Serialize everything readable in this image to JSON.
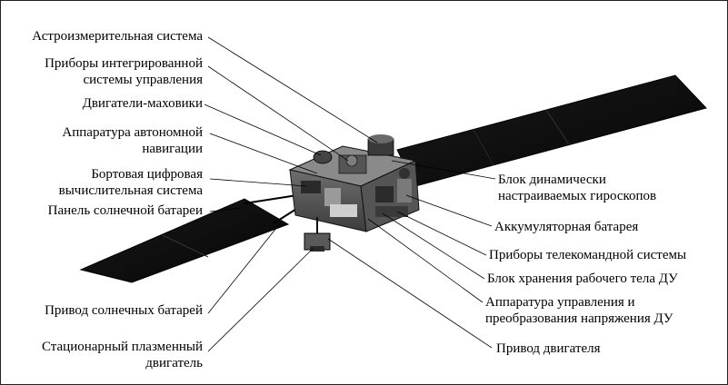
{
  "diagram": {
    "labels_left": [
      {
        "id": "astro",
        "lines": [
          "Астроизмерительная система"
        ]
      },
      {
        "id": "isu",
        "lines": [
          "Приборы интегрированной",
          "системы управления"
        ]
      },
      {
        "id": "flywheel",
        "lines": [
          "Двигатели-маховики"
        ]
      },
      {
        "id": "nav",
        "lines": [
          "Аппаратура автономной",
          "навигации"
        ]
      },
      {
        "id": "computer",
        "lines": [
          "Бортовая цифровая",
          "вычислительная система"
        ]
      },
      {
        "id": "panel",
        "lines": [
          "Панель солнечной батареи"
        ]
      },
      {
        "id": "sadrive",
        "lines": [
          "Привод солнечных батарей"
        ]
      },
      {
        "id": "plasma",
        "lines": [
          "Стационарный плазменный",
          "двигатель"
        ]
      }
    ],
    "labels_right": [
      {
        "id": "gyro",
        "lines": [
          "Блок динамически",
          "настраиваемых гироскопов"
        ]
      },
      {
        "id": "battery",
        "lines": [
          "Аккумуляторная батарея"
        ]
      },
      {
        "id": "telecmd",
        "lines": [
          "Приборы телекомандной системы"
        ]
      },
      {
        "id": "storage",
        "lines": [
          "Блок хранения рабочего тела ДУ"
        ]
      },
      {
        "id": "power",
        "lines": [
          "Аппаратура управления и",
          "преобразования напряжения ДУ"
        ]
      },
      {
        "id": "enginedrive",
        "lines": [
          "Привод двигателя"
        ]
      }
    ]
  }
}
